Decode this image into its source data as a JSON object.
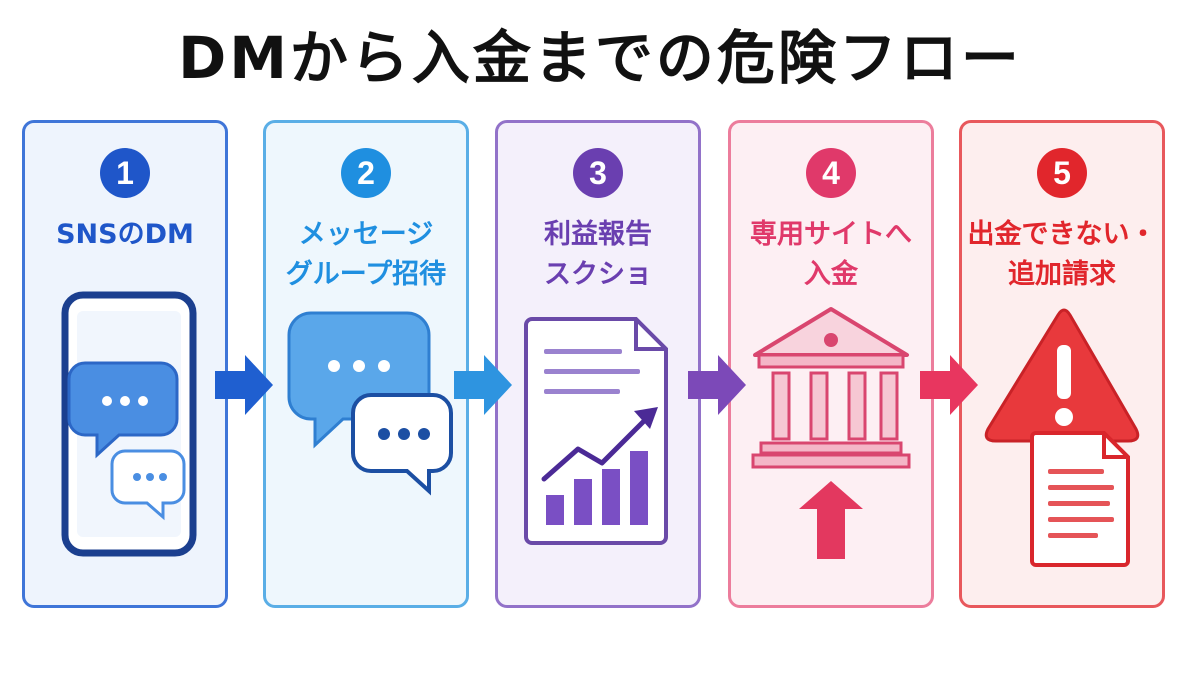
{
  "title": "DMから入金までの危険フロー",
  "steps": [
    {
      "number": "1",
      "lines": [
        "SNSのDM"
      ],
      "color": "#1f56c9",
      "bg": "#eef4fd",
      "border": "#3f75d8",
      "icon": "smartphone-chat-icon"
    },
    {
      "number": "2",
      "lines": [
        "メッセージ",
        "グループ招待"
      ],
      "color": "#1f8fe0",
      "bg": "#eef7fd",
      "border": "#5aaee6",
      "icon": "chat-bubbles-icon"
    },
    {
      "number": "3",
      "lines": [
        "利益報告",
        "スクショ"
      ],
      "color": "#6a3fb0",
      "bg": "#f4f0fb",
      "border": "#9272c9",
      "icon": "report-chart-icon"
    },
    {
      "number": "4",
      "lines": [
        "専用サイトへ",
        "入金"
      ],
      "color": "#e0396a",
      "bg": "#fdeff3",
      "border": "#ec7d9c",
      "icon": "bank-deposit-icon"
    },
    {
      "number": "5",
      "lines": [
        "出金できない・",
        "追加請求"
      ],
      "color": "#e1262c",
      "bg": "#fdeeee",
      "border": "#e8585c",
      "icon": "warning-document-icon"
    }
  ],
  "arrow_colors": [
    "#1f5fd0",
    "#2e94e0",
    "#7c49b8",
    "#e8365f"
  ]
}
